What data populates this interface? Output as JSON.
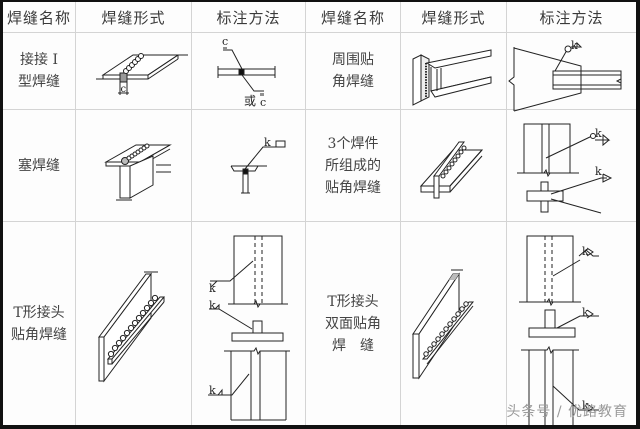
{
  "table": {
    "headers": [
      "焊缝名称",
      "焊缝形式",
      "标注方法",
      "焊缝名称",
      "焊缝形式",
      "标注方法"
    ],
    "rows": [
      {
        "left": {
          "name_lines": [
            "接接 I",
            "型焊缝"
          ],
          "form_diagram": "butt-weld-plates-icon",
          "form_label": "c",
          "notation_diagram": "butt-weld-notation-icon",
          "notation_labels": [
            "c",
            "或",
            "c"
          ]
        },
        "right": {
          "name_lines": [
            "周围贴",
            "角焊缝"
          ],
          "form_diagram": "channel-perimeter-fillet-icon",
          "notation_diagram": "perimeter-fillet-notation-icon",
          "notation_labels": [
            "k"
          ]
        }
      },
      {
        "left": {
          "name_lines": [
            "塞焊缝"
          ],
          "form_diagram": "plug-weld-icon",
          "notation_diagram": "plug-weld-notation-icon",
          "notation_labels": [
            "k"
          ]
        },
        "right": {
          "name_lines": [
            "3个焊件",
            "所组成的",
            "贴角焊缝"
          ],
          "form_diagram": "three-piece-fillet-icon",
          "notation_diagram": "three-piece-fillet-notation-icon",
          "notation_labels": [
            "k",
            "k"
          ]
        }
      },
      {
        "left": {
          "name_lines": [
            "T形接头",
            "贴角焊缝"
          ],
          "form_diagram": "t-joint-fillet-icon",
          "notation_diagram": "t-joint-fillet-notation-icon",
          "notation_labels": [
            "k",
            "k",
            "k"
          ]
        },
        "right": {
          "name_lines": [
            "T形接头",
            "双面贴角",
            "焊　缝"
          ],
          "form_diagram": "t-joint-double-fillet-icon",
          "notation_diagram": "t-joint-double-fillet-notation-icon",
          "notation_labels": [
            "k",
            "k",
            "k"
          ]
        }
      }
    ]
  },
  "watermark": "头条号 / 优路教育",
  "colors": {
    "frame": "#111111",
    "grid": "#d4d4d4",
    "line": "#222222",
    "text": "#3a3a3a",
    "watermark": "#9a9a9a"
  }
}
